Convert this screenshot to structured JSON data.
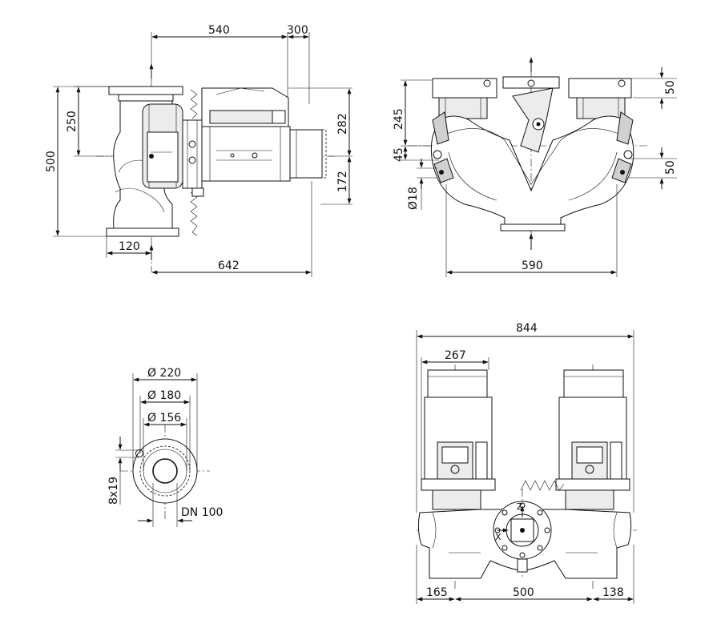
{
  "side_view": {
    "dim_540": "540",
    "dim_300": "300",
    "dim_250": "250",
    "dim_500": "500",
    "dim_282": "282",
    "dim_172": "172",
    "dim_120": "120",
    "dim_642": "642"
  },
  "top_view": {
    "dim_245": "245",
    "dim_45": "45",
    "dim_18": "Ø18",
    "dim_50_upper": "50",
    "dim_50_lower": "50",
    "dim_590": "590"
  },
  "flange_view": {
    "dim_220": "Ø 220",
    "dim_180": "Ø 180",
    "dim_156": "Ø 156",
    "dim_holes": "8x19",
    "dim_dn": "DN 100"
  },
  "front_view": {
    "dim_844": "844",
    "dim_267": "267",
    "dim_165": "165",
    "dim_500": "500",
    "dim_138": "138",
    "axis_z": "Z",
    "axis_x": "X"
  }
}
